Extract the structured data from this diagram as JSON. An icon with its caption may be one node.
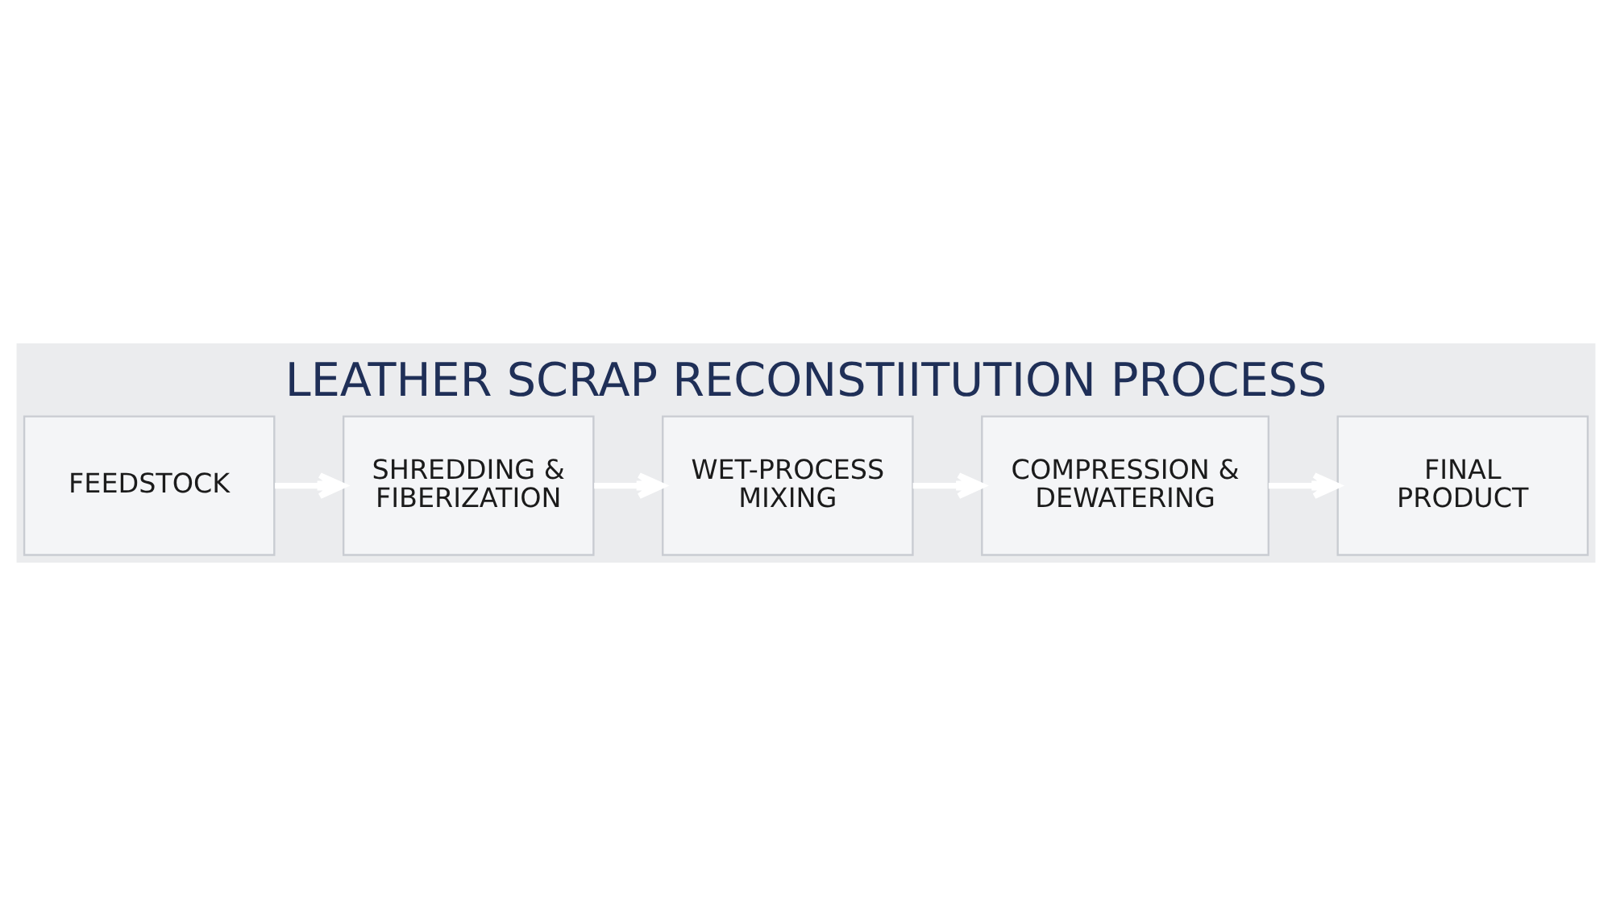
{
  "diagram": {
    "title": "LEATHER SCRAP RECONSTIITUTION PROCESS",
    "nodes": [
      {
        "text": [
          "FEEDSTOCK"
        ]
      },
      {
        "text": [
          "SHREDDING & FIBERIZATION"
        ]
      },
      {
        "text": [
          "WET-PROCESS MIXING"
        ]
      },
      {
        "text": [
          "COMPRESSION & DEWATERING"
        ]
      },
      {
        "text": [
          "FINAL PRODUCT"
        ]
      }
    ],
    "edges": [
      {
        "from": 0,
        "to": 1,
        "arrow": "to"
      },
      {
        "from": 1,
        "to": 2,
        "arrow": "to"
      },
      {
        "from": 2,
        "to": 3,
        "arrow": "to"
      },
      {
        "from": 3,
        "to": 4,
        "arrow": "to"
      }
    ]
  }
}
